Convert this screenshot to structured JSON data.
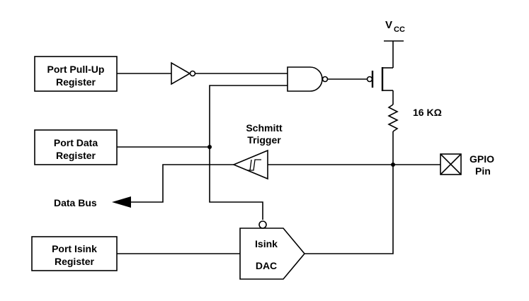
{
  "blocks": {
    "pullup_register": [
      "Port Pull-Up",
      "Register"
    ],
    "data_register": [
      "Port Data",
      "Register"
    ],
    "isink_register": [
      "Port Isink",
      "Register"
    ]
  },
  "labels": {
    "vcc_main": "V",
    "vcc_sub": "CC",
    "resistor": "16 KΩ",
    "schmitt_line1": "Schmitt",
    "schmitt_line2": "Trigger",
    "gpio_line1": "GPIO",
    "gpio_line2": "Pin",
    "data_bus": "Data Bus",
    "dac_line1": "Isink",
    "dac_line2": "DAC"
  }
}
